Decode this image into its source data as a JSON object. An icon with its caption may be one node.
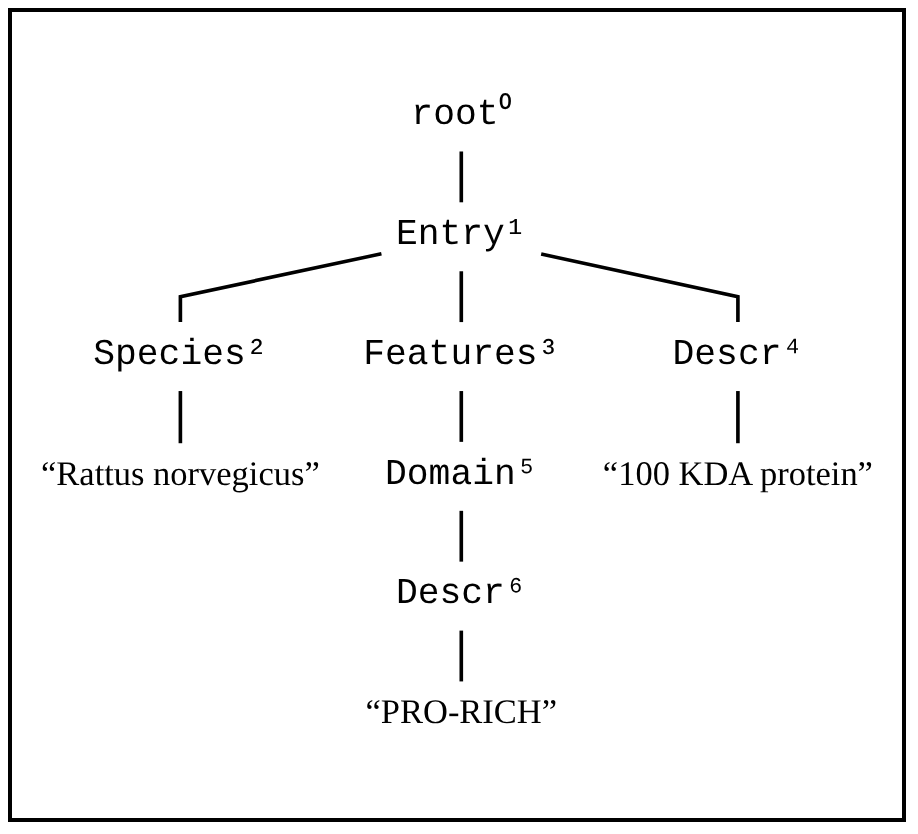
{
  "diagram": {
    "nodes": [
      {
        "text": [
          "root⁰"
        ]
      },
      {
        "text": [
          "Entry¹"
        ]
      },
      {
        "text": [
          "Species²"
        ]
      },
      {
        "text": [
          "Features³"
        ]
      },
      {
        "text": [
          "Descr⁴"
        ]
      },
      {
        "text": [
          "“Rattus norvegicus”"
        ]
      },
      {
        "text": [
          "Domain⁵"
        ]
      },
      {
        "text": [
          "“100 KDA protein”"
        ]
      },
      {
        "text": [
          "Descr⁶"
        ]
      },
      {
        "text": [
          "“PRO-RICH”"
        ]
      }
    ],
    "edges": [
      {
        "from": 0,
        "to": 1,
        "arrow": "none"
      },
      {
        "from": 1,
        "to": 2,
        "arrow": "none"
      },
      {
        "from": 1,
        "to": 3,
        "arrow": "none"
      },
      {
        "from": 1,
        "to": 4,
        "arrow": "none"
      },
      {
        "from": 2,
        "to": 5,
        "arrow": "none"
      },
      {
        "from": 3,
        "to": 6,
        "arrow": "none"
      },
      {
        "from": 4,
        "to": 7,
        "arrow": "none"
      },
      {
        "from": 6,
        "to": 8,
        "arrow": "none"
      },
      {
        "from": 8,
        "to": 9,
        "arrow": "none"
      }
    ]
  }
}
